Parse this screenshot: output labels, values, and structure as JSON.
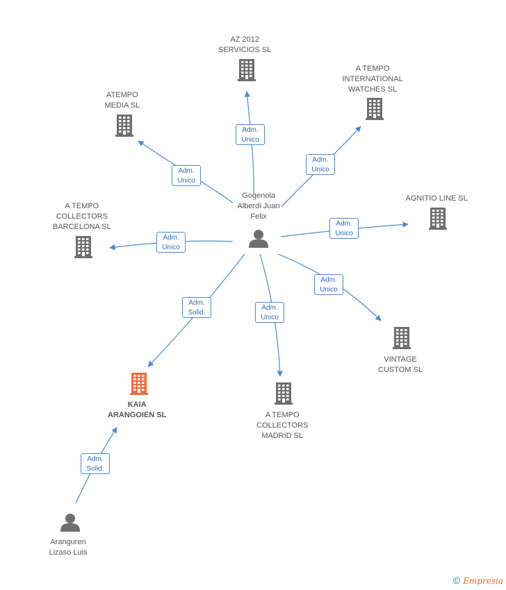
{
  "colors": {
    "edge": "#4a88d6",
    "building": "#6e6e6e",
    "building_highlight": "#f06a3a",
    "person": "#6e6e6e"
  },
  "nodes": [
    {
      "id": "gogenola",
      "type": "person",
      "lines": [
        "Gogenola",
        "Alberdi Juan",
        "Felix"
      ]
    },
    {
      "id": "az2012",
      "type": "company",
      "lines": [
        "AZ 2012",
        "SERVICIOS SL"
      ]
    },
    {
      "id": "atempo_intl",
      "type": "company",
      "lines": [
        "A TEMPO",
        "INTERNATIONAL",
        "WATCHES SL"
      ]
    },
    {
      "id": "atempo_media",
      "type": "company",
      "lines": [
        "ATEMPO",
        "MEDIA SL"
      ]
    },
    {
      "id": "agnitio",
      "type": "company",
      "lines": [
        "AGNITIO LINE SL"
      ]
    },
    {
      "id": "atempo_bcn",
      "type": "company",
      "lines": [
        "A TEMPO",
        "COLLECTORS",
        "BARCELONA SL"
      ]
    },
    {
      "id": "vintage",
      "type": "company",
      "lines": [
        "VINTAGE",
        "CUSTOM SL"
      ]
    },
    {
      "id": "kaia",
      "type": "company",
      "highlight": true,
      "lines": [
        "KAIA",
        "ARANGOIEN SL"
      ]
    },
    {
      "id": "atempo_madrid",
      "type": "company",
      "lines": [
        "A TEMPO",
        "COLLECTORS",
        "MADRID SL"
      ]
    },
    {
      "id": "aranguren",
      "type": "person",
      "lines": [
        "Aranguren",
        "Lizaso Luis"
      ]
    }
  ],
  "edges": [
    {
      "from": "gogenola",
      "to": "az2012",
      "label": [
        "Adm.",
        "Unico"
      ]
    },
    {
      "from": "gogenola",
      "to": "atempo_intl",
      "label": [
        "Adm.",
        "Unico"
      ]
    },
    {
      "from": "gogenola",
      "to": "atempo_media",
      "label": [
        "Adm.",
        "Unico"
      ]
    },
    {
      "from": "gogenola",
      "to": "agnitio",
      "label": [
        "Adm.",
        "Unico"
      ]
    },
    {
      "from": "gogenola",
      "to": "atempo_bcn",
      "label": [
        "Adm.",
        "Unico"
      ]
    },
    {
      "from": "gogenola",
      "to": "vintage",
      "label": [
        "Adm.",
        "Unico"
      ]
    },
    {
      "from": "gogenola",
      "to": "kaia",
      "label": [
        "Adm.",
        "Solid."
      ]
    },
    {
      "from": "gogenola",
      "to": "atempo_madrid",
      "label": [
        "Adm.",
        "Unico"
      ]
    },
    {
      "from": "aranguren",
      "to": "kaia",
      "label": [
        "Adm.",
        "Solid."
      ]
    }
  ],
  "footer": {
    "copyright": "©",
    "brand": "Empresia"
  }
}
